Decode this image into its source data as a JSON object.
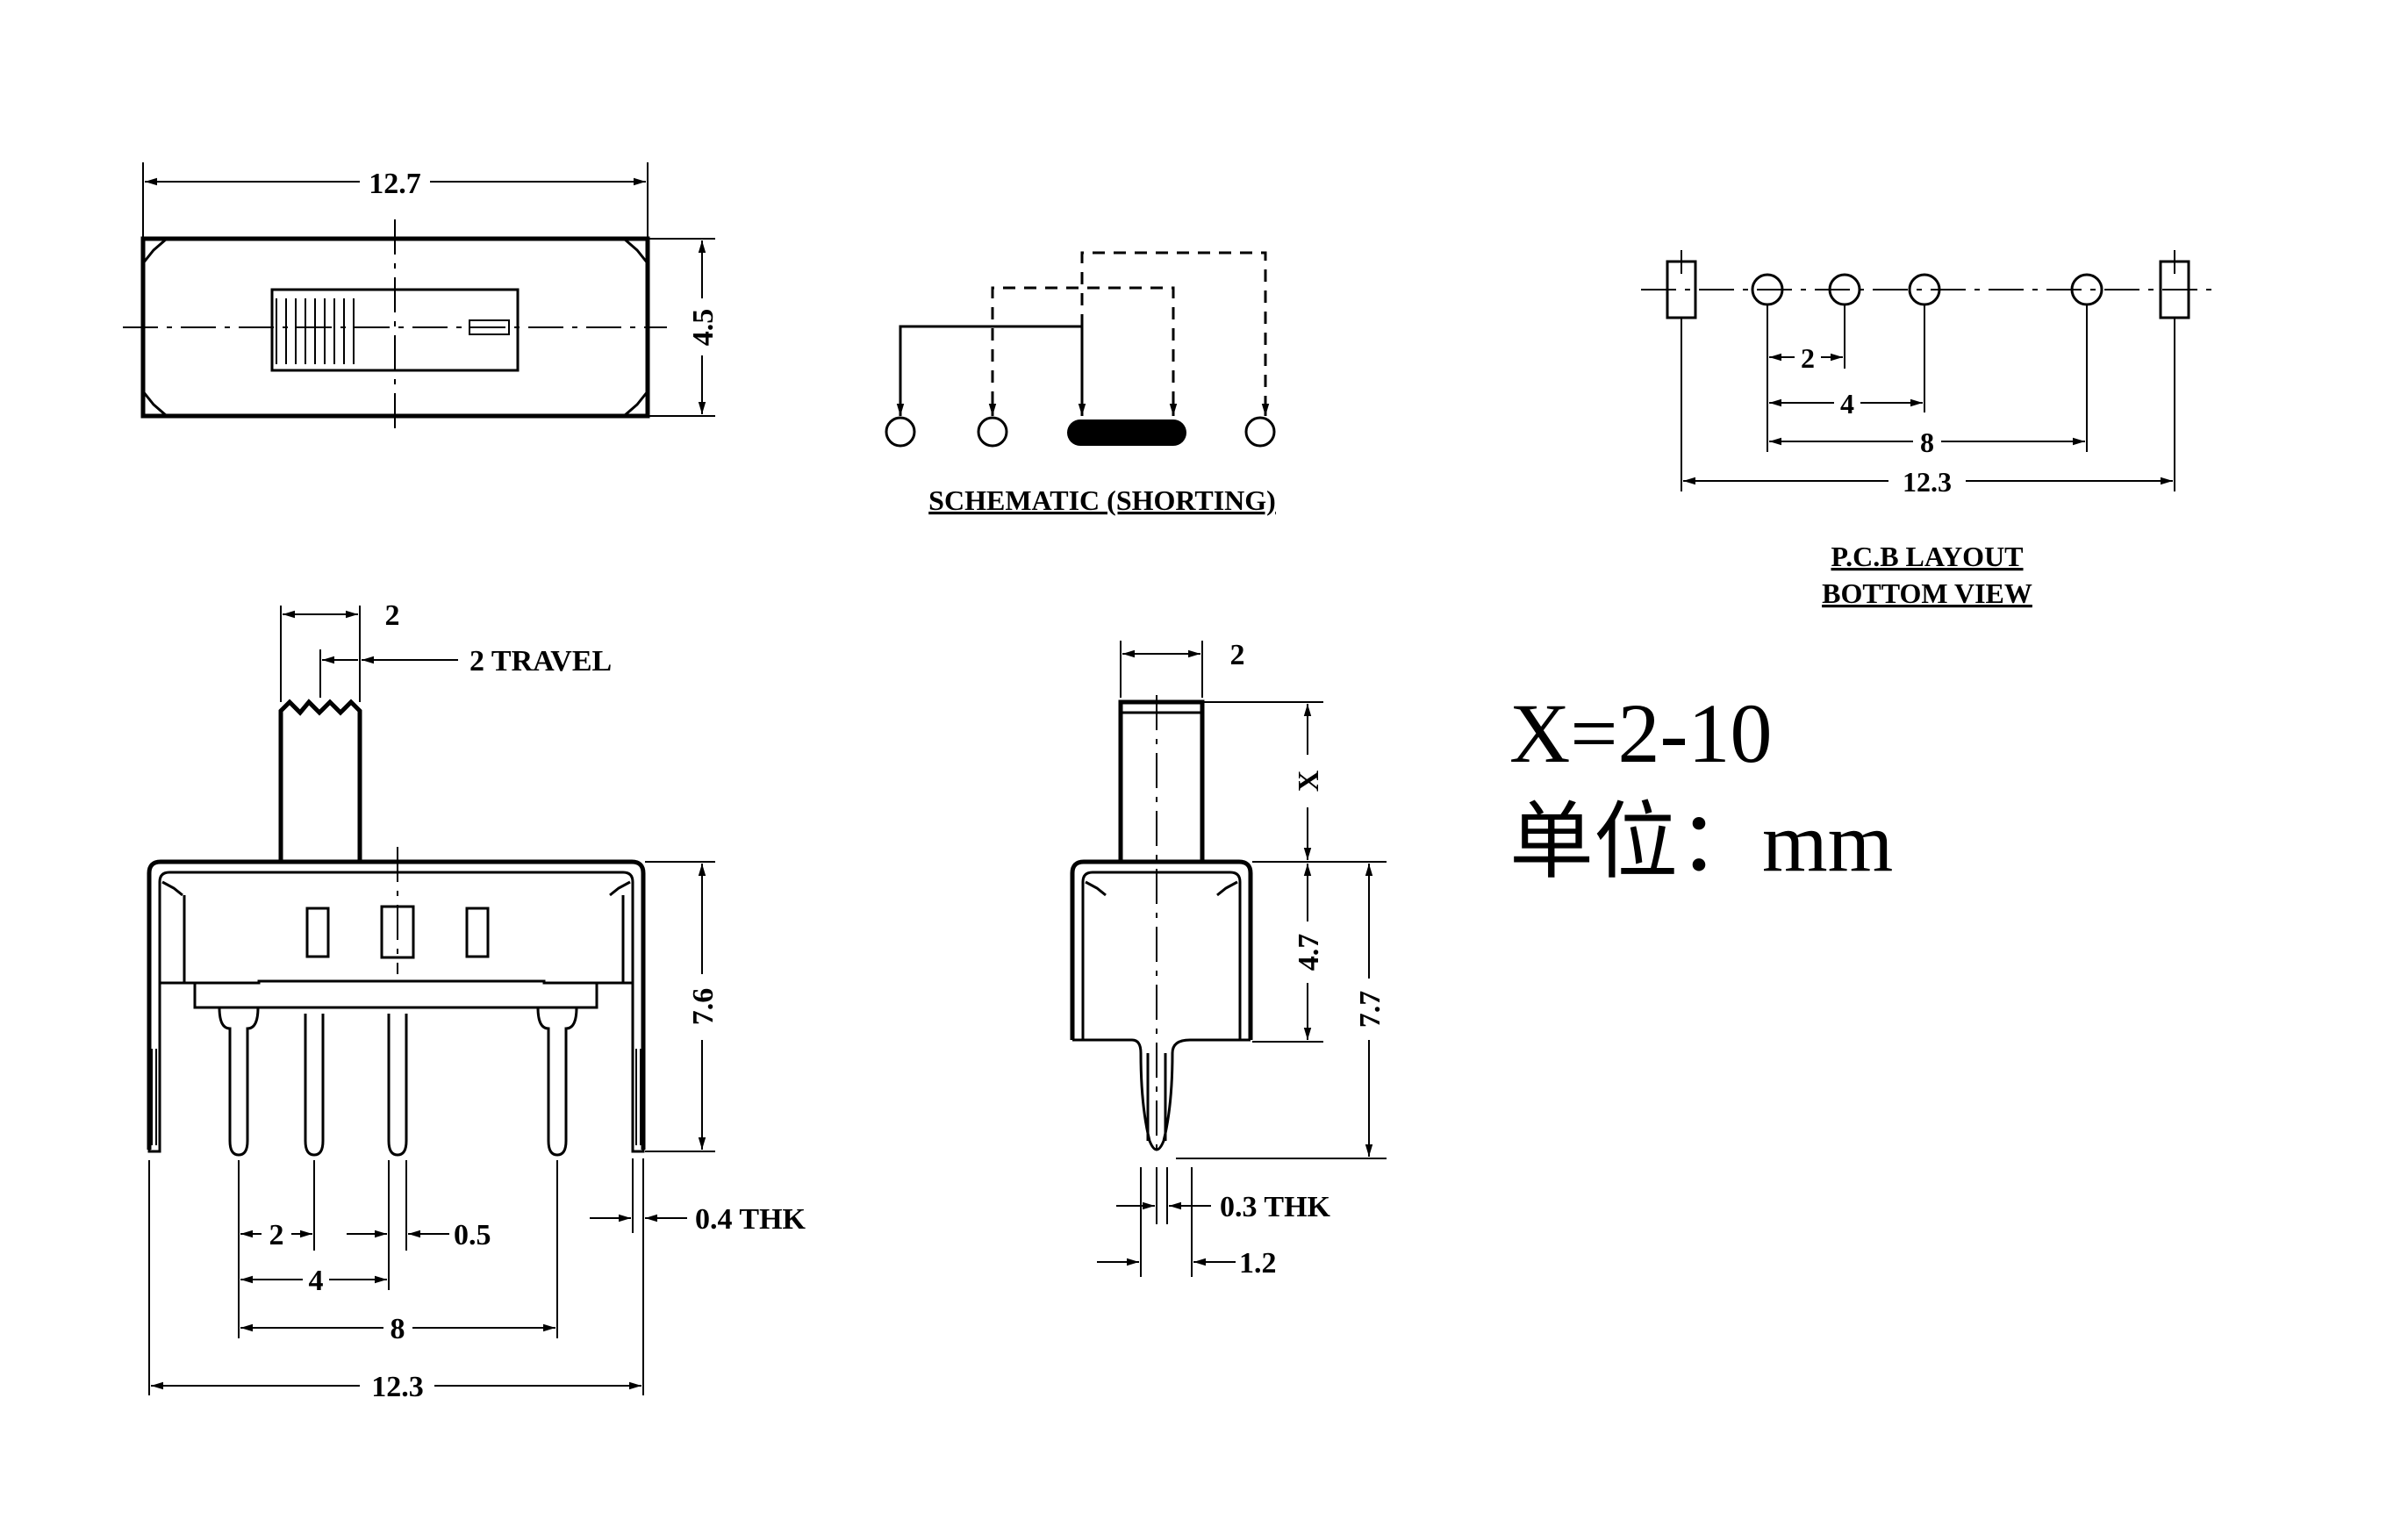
{
  "top_view": {
    "width_dim": "12.7",
    "height_dim": "4.5"
  },
  "schematic": {
    "title": "SCHEMATIC (SHORTING)"
  },
  "pcb_layout": {
    "title": "P.C.B LAYOUT",
    "subtitle": "BOTTOM VIEW",
    "dim_2": "2",
    "dim_4": "4",
    "dim_8": "8",
    "dim_total": "12.3"
  },
  "front_view": {
    "actuator_width": "2",
    "travel": "2 TRAVEL",
    "height_dim": "7.6",
    "thickness": "0.4 THK",
    "pitch_2": "2",
    "pin_width": "0.5",
    "pitch_4": "4",
    "pitch_8": "8",
    "total_width": "12.3"
  },
  "side_view": {
    "actuator_width": "2",
    "actuator_length": "X",
    "body_height": "4.7",
    "total_height": "7.7",
    "thickness": "0.3 THK",
    "pin_width": "1.2"
  },
  "notes": {
    "x_range": "X=2-10",
    "unit": "单位：mm"
  }
}
